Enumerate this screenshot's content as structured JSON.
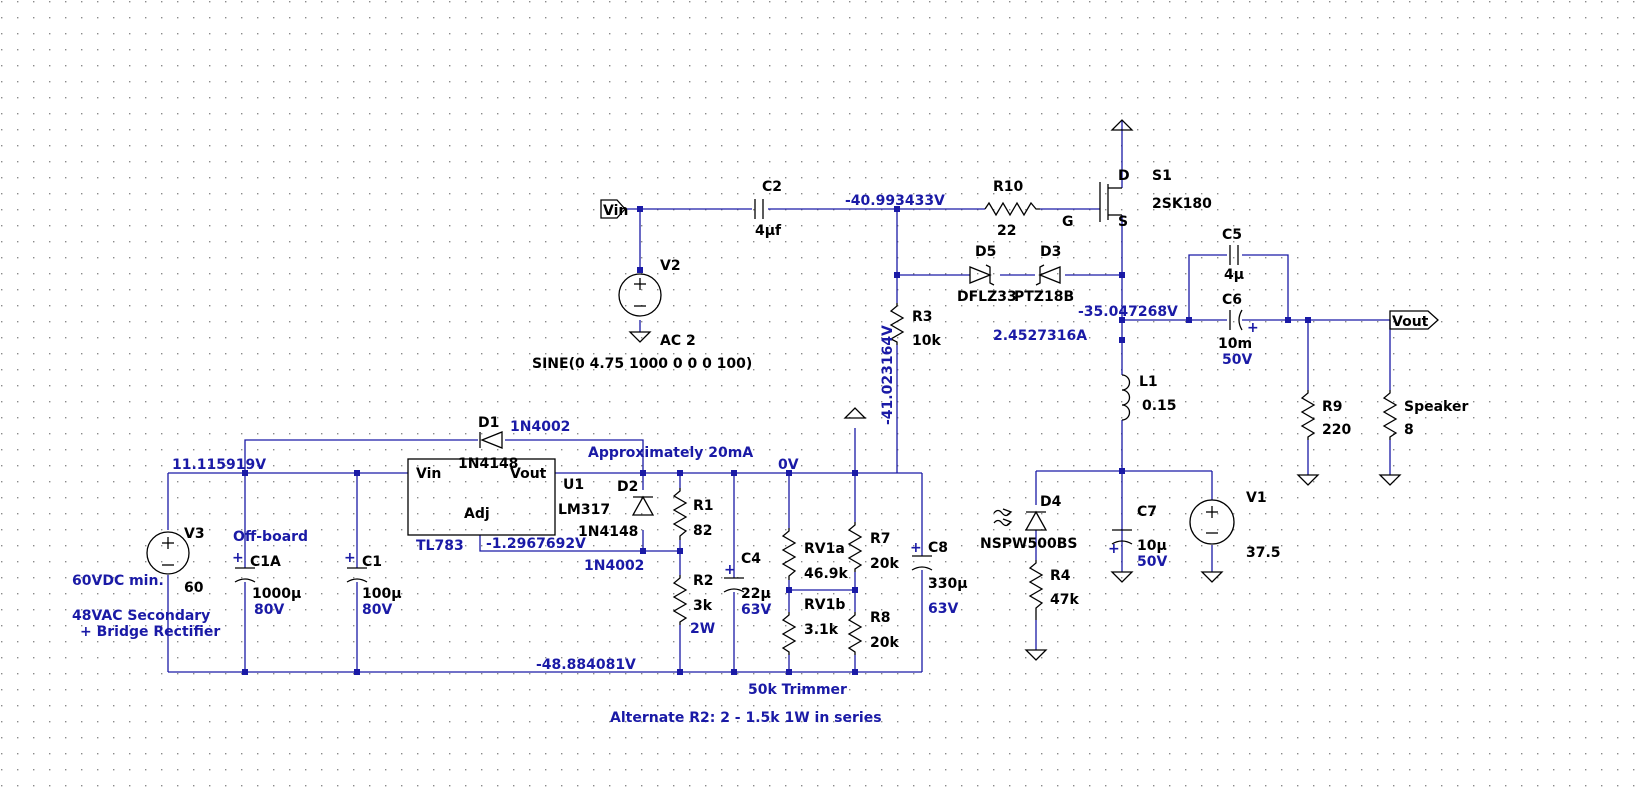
{
  "schematic": {
    "ports": {
      "vin": "Vin",
      "vout": "Vout"
    },
    "components": {
      "c2": {
        "name": "C2",
        "value": "4µf"
      },
      "r10": {
        "name": "R10",
        "value": "22"
      },
      "s1": {
        "name": "S1",
        "part": "2SK180",
        "drain": "D",
        "gate": "G",
        "source": "S"
      },
      "d5": {
        "name": "D5",
        "part": "DFLZ33"
      },
      "d3": {
        "name": "D3",
        "part": "PTZ18B"
      },
      "r3": {
        "name": "R3",
        "value": "10k"
      },
      "c5": {
        "name": "C5",
        "value": "4µ"
      },
      "c6": {
        "name": "C6",
        "value": "10m",
        "rating": "50V"
      },
      "l1": {
        "name": "L1",
        "value": "0.15"
      },
      "r9": {
        "name": "R9",
        "value": "220"
      },
      "speaker": {
        "name": "Speaker",
        "value": "8"
      },
      "v2": {
        "name": "V2",
        "value": "AC 2",
        "spec": "SINE(0 4.75 1000 0 0 0 100)"
      },
      "d1": {
        "name": "D1",
        "part": "1N4002",
        "alt": "1N4148"
      },
      "u1": {
        "name": "U1",
        "part": "LM317",
        "alt": "TL783",
        "pin_vin": "Vin",
        "pin_vout": "Vout",
        "pin_adj": "Adj"
      },
      "d2": {
        "name": "D2",
        "part": "1N4148",
        "alt": "1N4002"
      },
      "r1": {
        "name": "R1",
        "value": "82"
      },
      "r2": {
        "name": "R2",
        "value": "3k",
        "rating": "2W"
      },
      "c4": {
        "name": "C4",
        "value": "22µ",
        "rating": "63V"
      },
      "rv1a": {
        "name": "RV1a",
        "value": "46.9k"
      },
      "rv1b": {
        "name": "RV1b",
        "value": "3.1k"
      },
      "r7": {
        "name": "R7",
        "value": "20k"
      },
      "r8": {
        "name": "R8",
        "value": "20k"
      },
      "c8": {
        "name": "C8",
        "value": "330µ",
        "rating": "63V"
      },
      "v3": {
        "name": "V3",
        "value": "60"
      },
      "c1a": {
        "name": "C1A",
        "value": "1000µ",
        "rating": "80V"
      },
      "c1": {
        "name": "C1",
        "value": "100µ",
        "rating": "80V"
      },
      "d4": {
        "name": "D4",
        "part": "NSPW500BS"
      },
      "r4": {
        "name": "R4",
        "value": "47k"
      },
      "c7": {
        "name": "C7",
        "value": "10µ",
        "rating": "50V"
      },
      "v1": {
        "name": "V1",
        "value": "37.5"
      }
    },
    "probes": {
      "gate_node": "-40.993433V",
      "source_node": "-35.047268V",
      "source_current": "2.4527316A",
      "r3_node": "-41.023164V",
      "reg_in": "11.115919V",
      "adj_node": "-1.2967692V",
      "zero_node": "0V",
      "negative_rail": "-48.884081V"
    },
    "notes": {
      "current": "Approximately 20mA",
      "offboard": "Off-board",
      "v3_min": "60VDC min.",
      "v3_src_1": "48VAC Secondary",
      "v3_src_2": "+ Bridge Rectifier",
      "trimmer": "50k Trimmer",
      "alt_r2": "Alternate R2: 2 - 1.5k 1W in series"
    },
    "colors": {
      "wire": "#1a1aa6",
      "component": "#000000",
      "grid_dot": "#8a8a8a"
    }
  }
}
